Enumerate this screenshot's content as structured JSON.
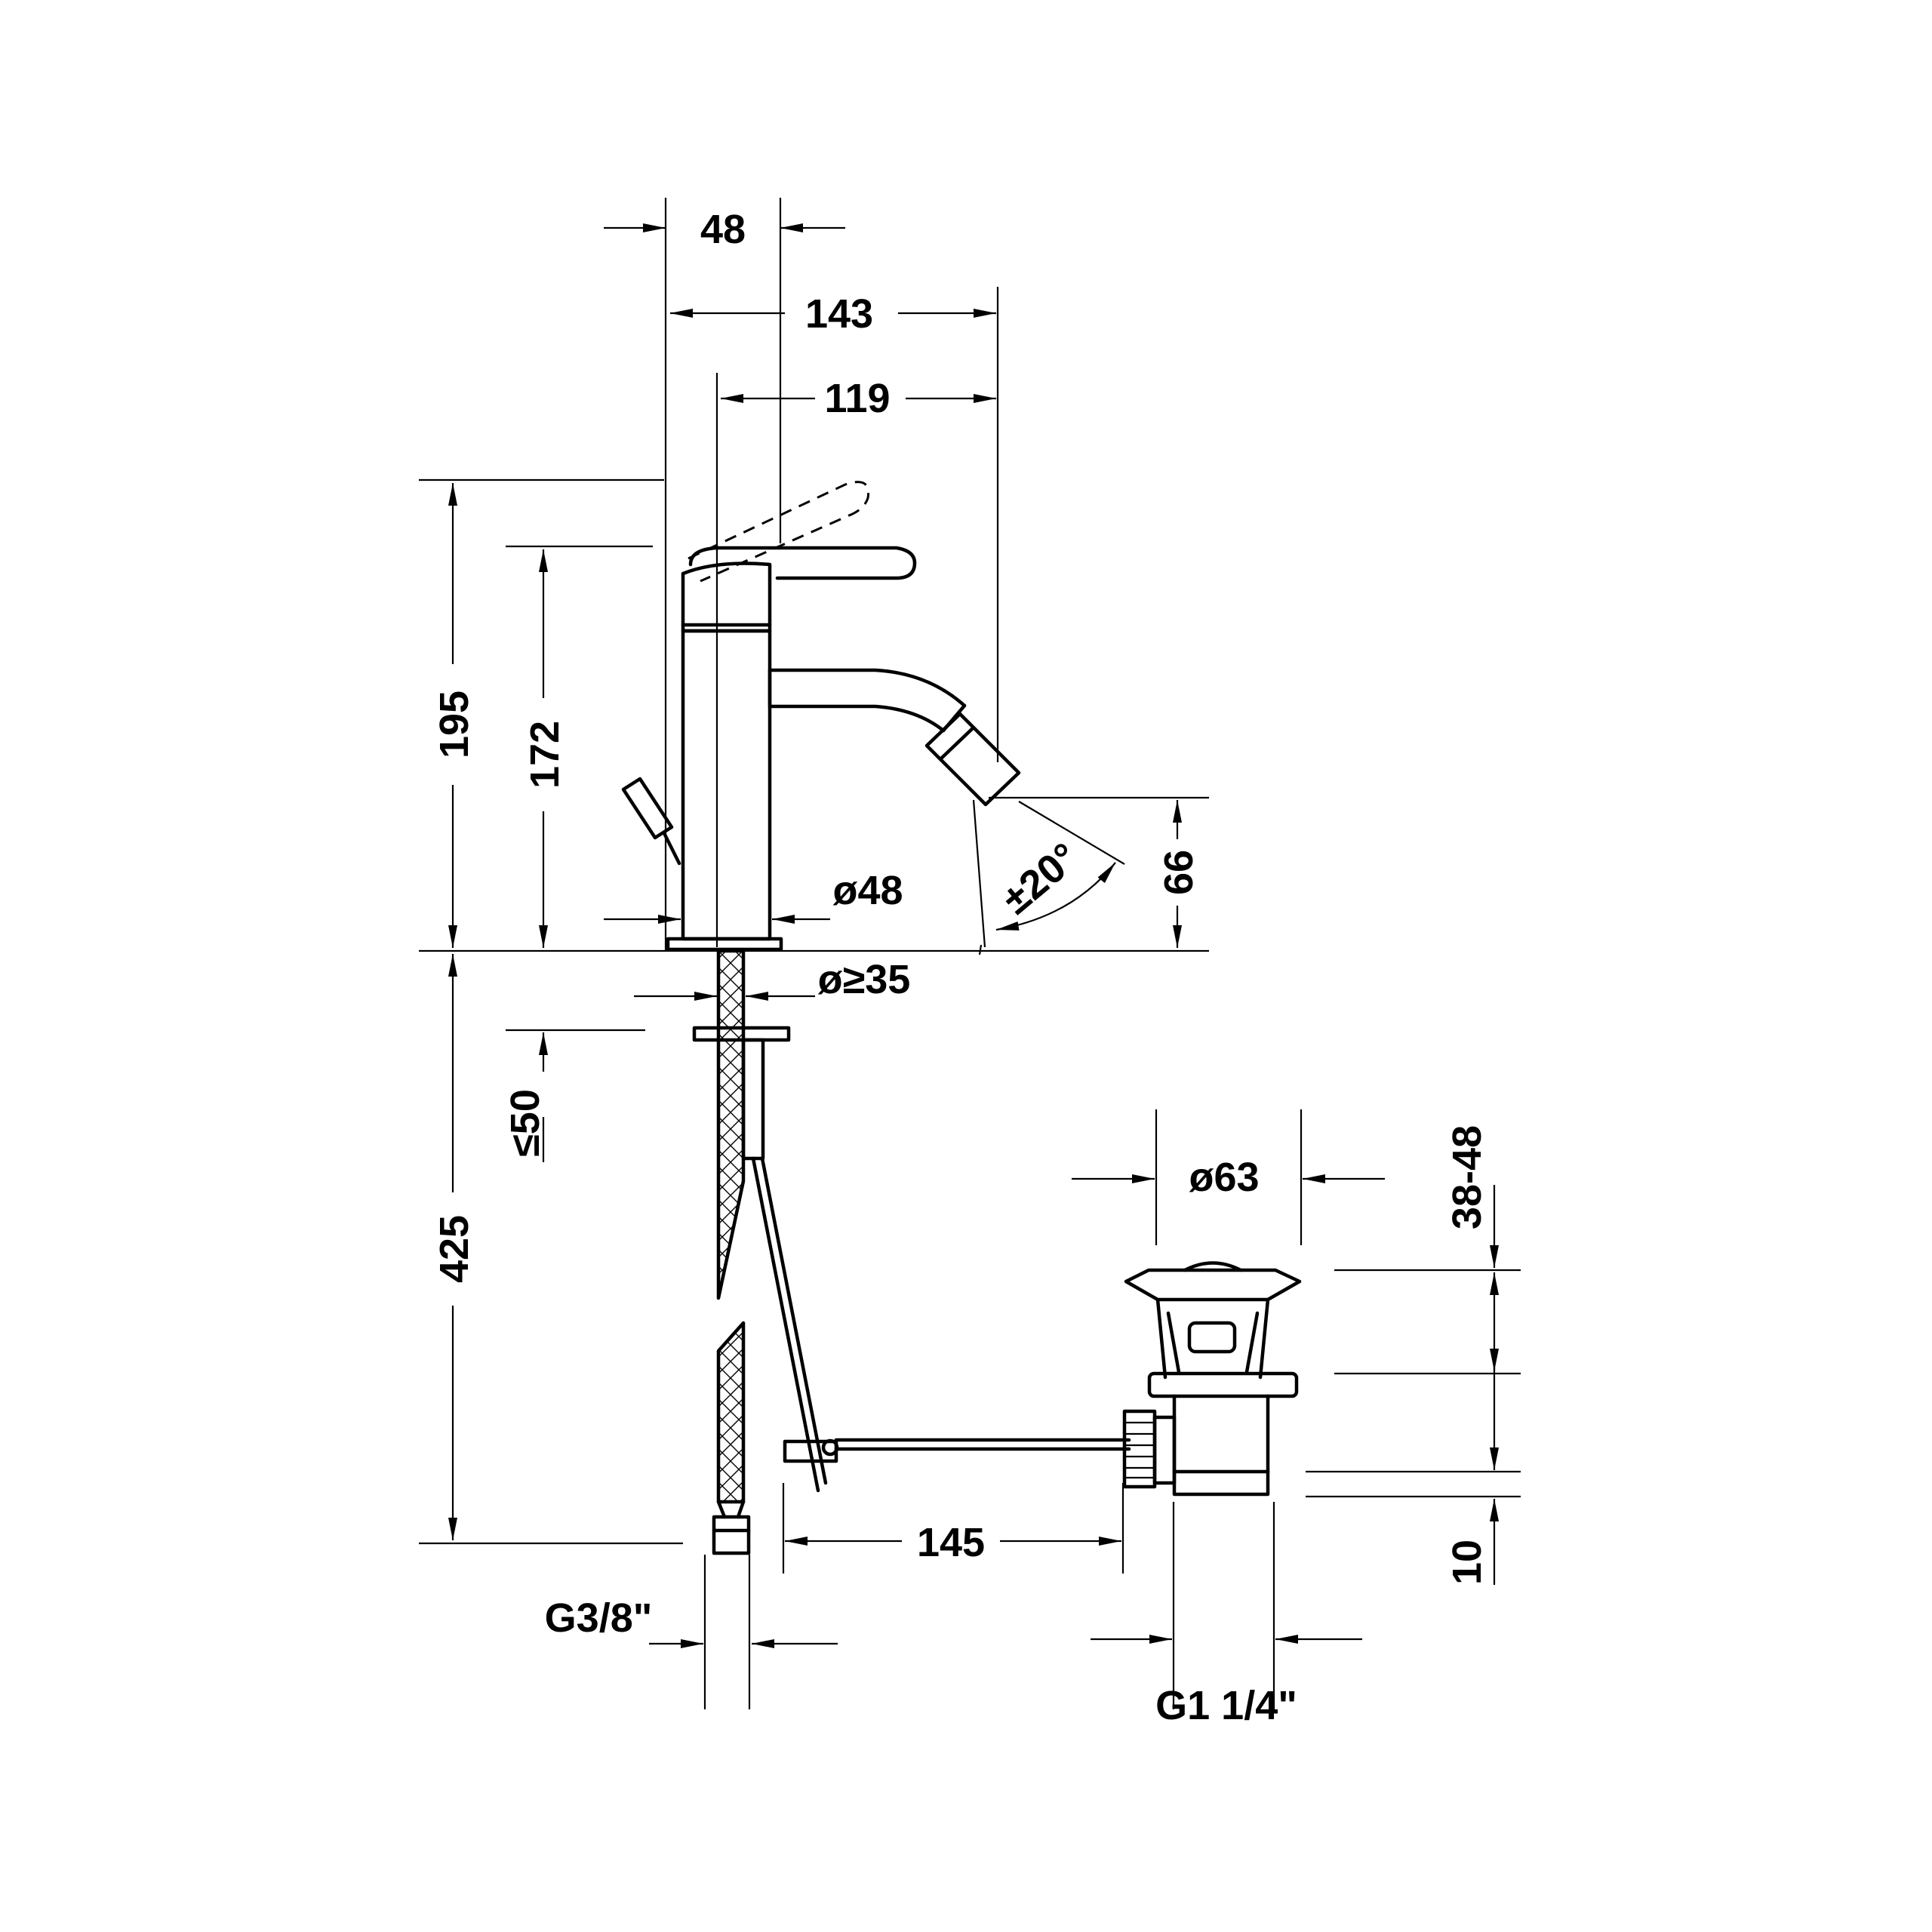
{
  "drawing": {
    "width_top": "48",
    "width_overall": "143",
    "spout_reach": "119",
    "height_overall": "195",
    "height_spout": "172",
    "body_diameter": "ø48",
    "hole_diameter": "ø≥35",
    "spout_clearance": "66",
    "spout_swivel": "±20°",
    "max_deck_thickness": "≤50",
    "hose_length": "425",
    "hose_connection": "G3/8\"",
    "waste_diameter": "ø63",
    "waste_range": "38-48",
    "rod_distance": "145",
    "waste_offset": "10",
    "waste_thread": "G1 1/4\""
  }
}
